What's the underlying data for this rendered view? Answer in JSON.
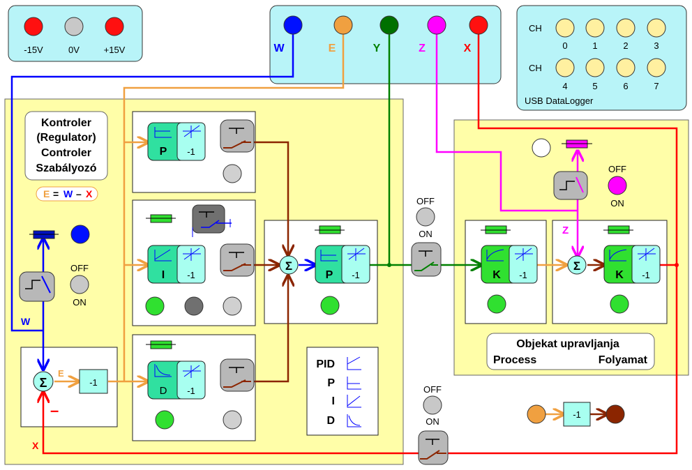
{
  "power": {
    "labels": [
      "-15V",
      "0V",
      "+15V"
    ]
  },
  "signals": {
    "W": "W",
    "E": "E",
    "Y": "Y",
    "Z": "Z",
    "X": "X"
  },
  "datalogger": {
    "ch_label": "CH",
    "channels_row1": [
      "0",
      "1",
      "2",
      "3"
    ],
    "channels_row2": [
      "4",
      "5",
      "6",
      "7"
    ],
    "title": "USB DataLogger"
  },
  "controller": {
    "title_lines": [
      "Kontroler",
      "(Regulator)",
      "Controler",
      "Szabályozó"
    ],
    "equation": {
      "e": "E",
      "eq": "=",
      "w": "W",
      "minus": "–",
      "x": "X"
    }
  },
  "blocks": {
    "p_label": "P",
    "i_label": "I",
    "d_label": "D",
    "k_label": "K",
    "neg_one": "-1",
    "sigma": "Σ",
    "minus_sign": "–"
  },
  "switch_labels": {
    "off": "OFF",
    "on": "ON"
  },
  "legend": {
    "items": [
      "PID",
      "P",
      "I",
      "D"
    ]
  },
  "process": {
    "line1": "Objekat upravljanja",
    "left": "Process",
    "right": "Folyamat"
  },
  "colors": {
    "W": "#0000ff",
    "E": "#f0a040",
    "Y": "#008000",
    "Z": "#ff00ff",
    "X": "#ff0000",
    "brown": "#8b2500"
  }
}
